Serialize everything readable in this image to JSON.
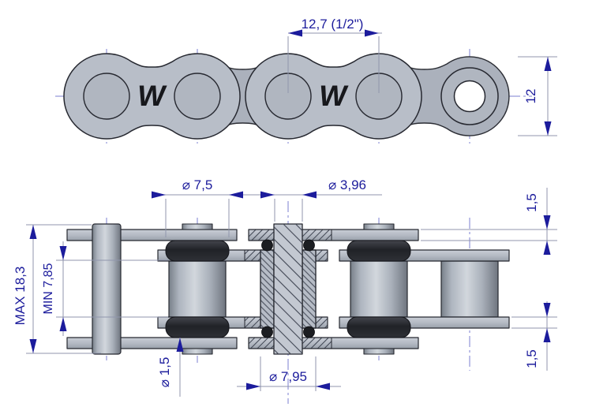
{
  "drawing": {
    "kind": "roller-chain technical drawing, side view and partial section view",
    "logo": {
      "mark": "W"
    },
    "dimensions": {
      "pitch": "12,7 (1/2\")",
      "plate_height": "12",
      "oring_od": "⌀ 7,5",
      "pin_diameter": "⌀ 3,96",
      "outer_plate_thickness": "1,5",
      "max_width": "MAX 18,3",
      "min_inner_width": "MIN 7,85",
      "oring_cord_diameter": "⌀ 1,5",
      "bushing_od": "⌀ 7,95",
      "inner_plate_thickness": "1,5"
    },
    "colors": {
      "background": "#ffffff",
      "metal": "#b7bdc7",
      "outline": "#262830",
      "dimension_text": "#1c1c9c",
      "dimension_line": "#9096ad",
      "centerline": "#7b7fd0",
      "oring": "#26282d"
    }
  }
}
